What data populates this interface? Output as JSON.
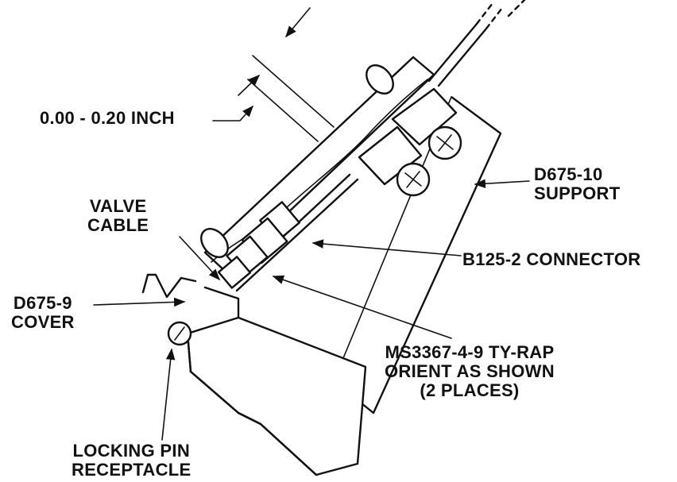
{
  "callouts": {
    "dimension": "0.00 - 0.20 INCH",
    "support": [
      "D675-10",
      "SUPPORT"
    ],
    "valve_cable": [
      "VALVE",
      "CABLE"
    ],
    "connector": "B125-2 CONNECTOR",
    "cover": [
      "D675-9",
      "COVER"
    ],
    "tyrap": [
      "MS3367-4-9 TY-RAP",
      "ORIENT AS SHOWN",
      "(2 PLACES)"
    ],
    "locking_pin": [
      "LOCKING PIN",
      "RECEPTACLE"
    ]
  }
}
